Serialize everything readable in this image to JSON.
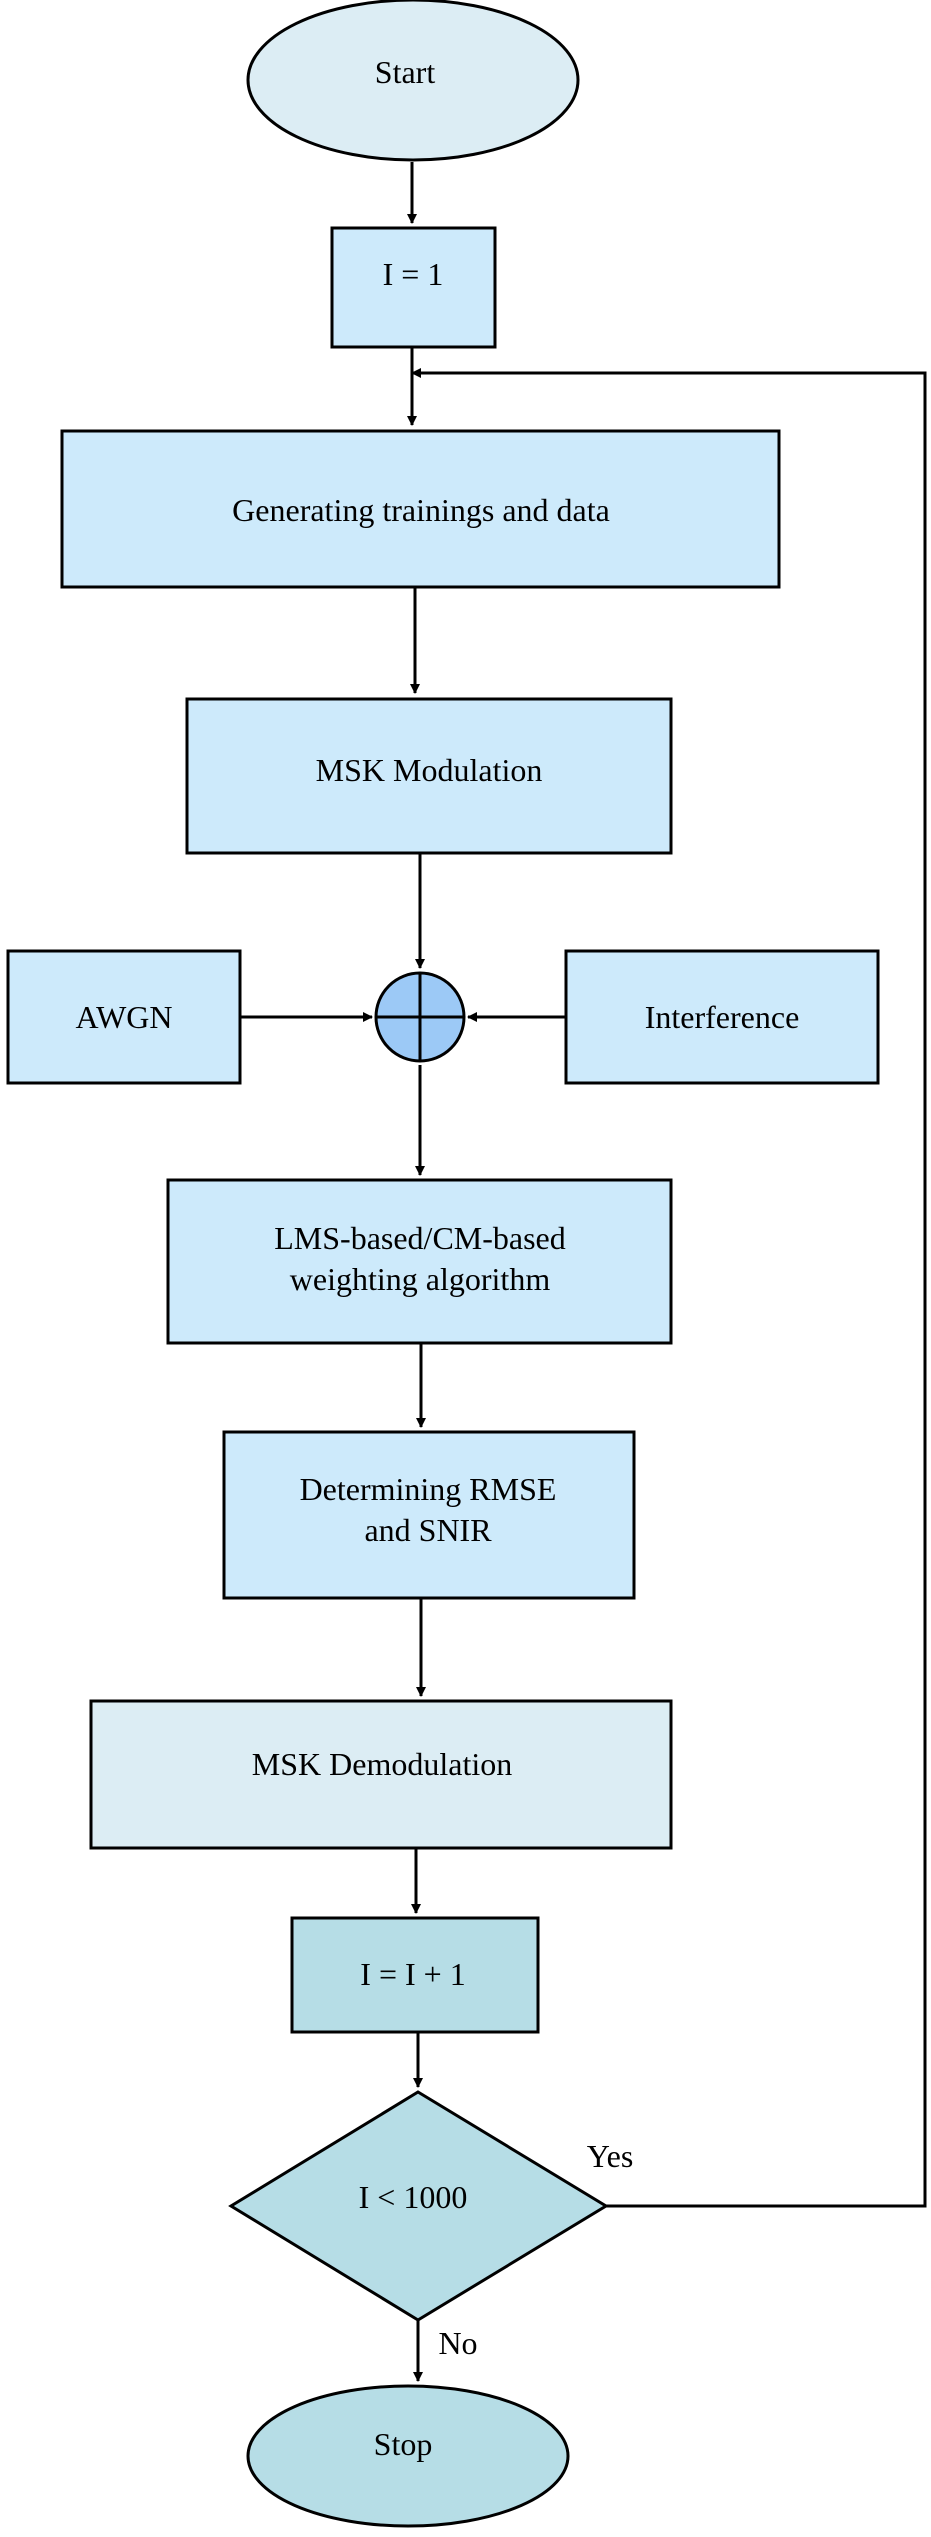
{
  "nodes": {
    "start": "Start",
    "init": "I = 1",
    "generate": "Generating trainings and data",
    "modulation": "MSK Modulation",
    "awgn": "AWGN",
    "interference": "Interference",
    "weighting_line1": "LMS-based/CM-based",
    "weighting_line2": "weighting algorithm",
    "determine_line1": "Determining RMSE",
    "determine_line2": "and SNIR",
    "demodulation": "MSK Demodulation",
    "increment": "I = I + 1",
    "decision": "I < 1000",
    "stop": "Stop"
  },
  "edges": {
    "yes": "Yes",
    "no": "No"
  },
  "colors": {
    "light_blue_fill": "#cdeafb",
    "pale_fill": "#dcedf4",
    "teal_fill": "#b6dde6",
    "adder_fill": "#9cc9f6",
    "stroke": "#000000"
  }
}
